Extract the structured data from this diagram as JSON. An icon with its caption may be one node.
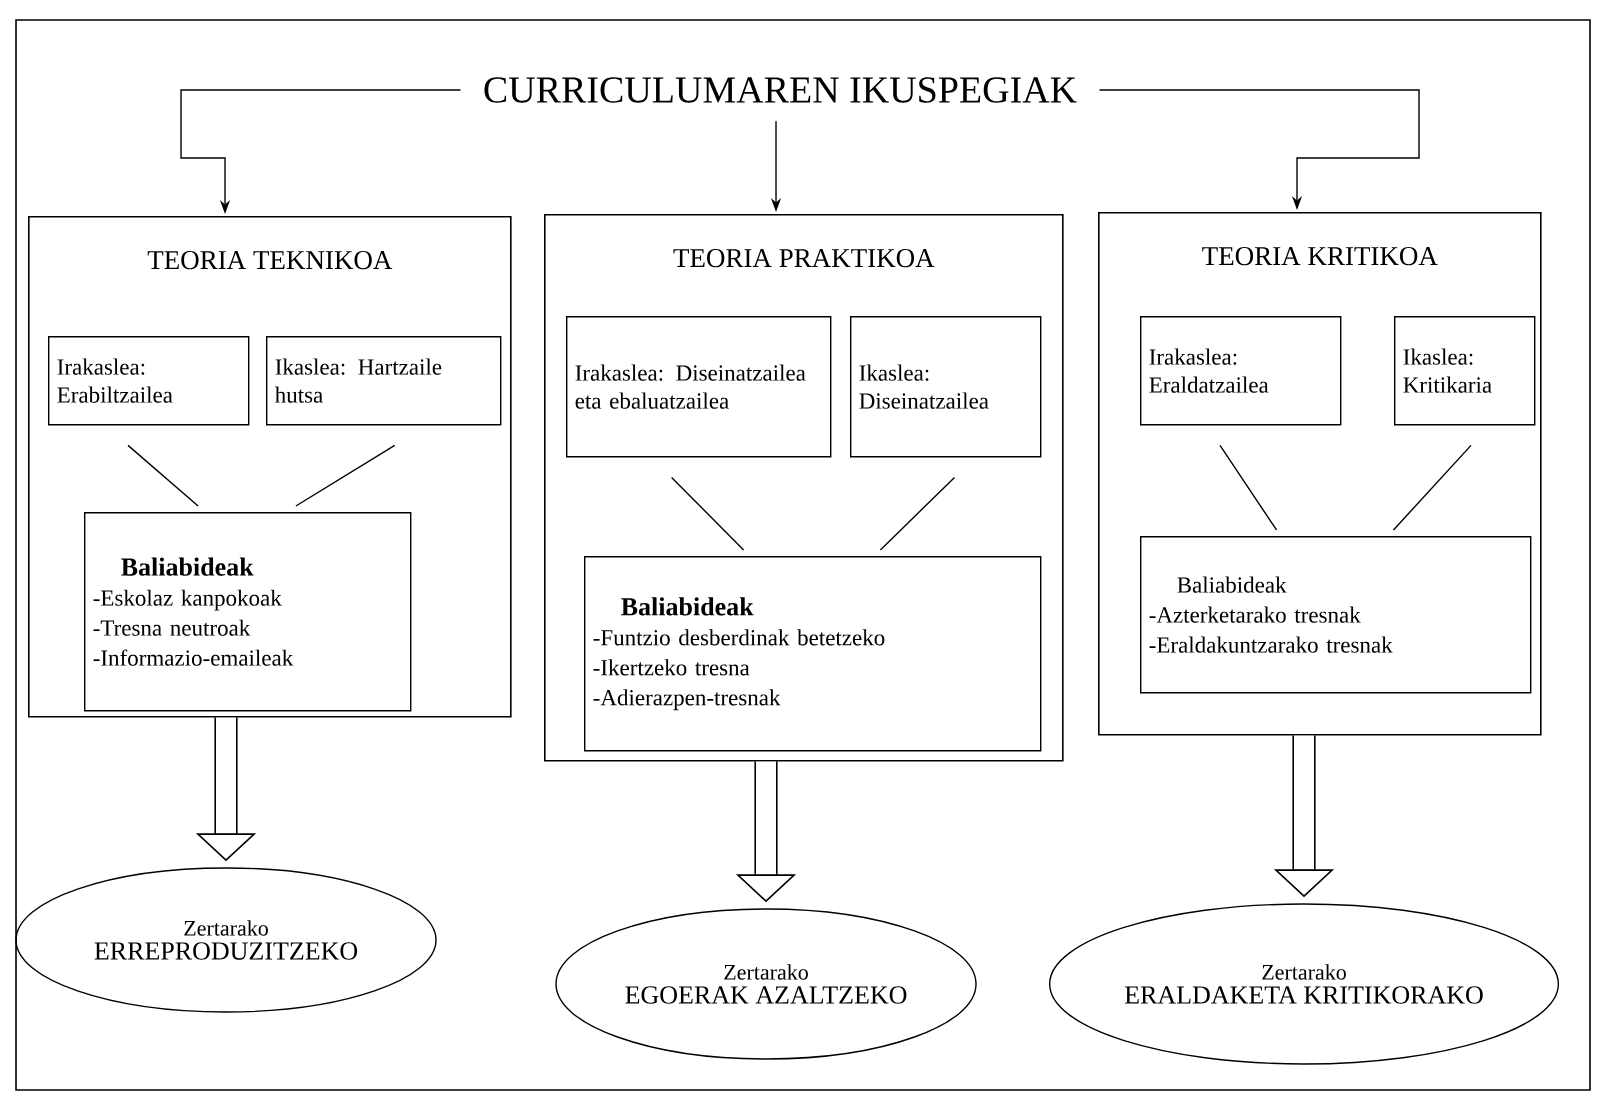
{
  "diagram": {
    "title": "CURRICULUMAREN IKUSPEGIAK",
    "nodes": [
      {
        "text": [
          "TEORIA TEKNIKOA"
        ]
      },
      {
        "text": [
          "Irakaslea: Erabiltzailea"
        ],
        "in": 0
      },
      {
        "text": [
          "Ikaslea: Hartzaile hutsa"
        ],
        "in": 0
      },
      {
        "text": [
          "Baliabideak",
          "-Eskolaz kanpokoak",
          "-Tresna neutroak",
          "-Informazio-emaileak"
        ],
        "in": 0
      },
      {
        "text": [
          "TEORIA PRAKTIKOA"
        ]
      },
      {
        "text": [
          "Irakaslea: Diseinatzailea eta ebaluatzailea"
        ],
        "in": 4
      },
      {
        "text": [
          "Ikaslea: Diseinatzailea"
        ],
        "in": 4
      },
      {
        "text": [
          "Baliabideak",
          "-Funtzio desberdinak betetzeko",
          "-Ikertzeko tresna",
          "-Adierazpen-tresnak"
        ],
        "in": 4
      },
      {
        "text": [
          "TEORIA KRITIKOA"
        ]
      },
      {
        "text": [
          "Irakaslea: Eraldatzailea"
        ],
        "in": 8
      },
      {
        "text": [
          "Ikaslea: Kritikaria"
        ],
        "in": 8
      },
      {
        "text": [
          "Baliabideak",
          "-Azterketarako tresnak",
          "-Eraldakuntzarako tresnak"
        ],
        "in": 8
      },
      {
        "text": [
          "Zertarako",
          "ERREPRODUZITZEKO"
        ]
      },
      {
        "text": [
          "Zertarako",
          "EGOERAK AZALTZEKO"
        ]
      },
      {
        "text": [
          "Zertarako",
          "ERALDAKETA KRITIKORAKO"
        ]
      }
    ],
    "edges": [
      {
        "from": null,
        "to": 0,
        "arrow": "to"
      },
      {
        "from": null,
        "to": 4,
        "arrow": "to"
      },
      {
        "from": null,
        "to": 8,
        "arrow": "to"
      },
      {
        "from": 1,
        "to": 3,
        "arrow": "none"
      },
      {
        "from": 2,
        "to": 3,
        "arrow": "none"
      },
      {
        "from": 5,
        "to": 7,
        "arrow": "none"
      },
      {
        "from": 6,
        "to": 7,
        "arrow": "none"
      },
      {
        "from": 9,
        "to": 11,
        "arrow": "none"
      },
      {
        "from": 10,
        "to": 11,
        "arrow": "none"
      },
      {
        "from": 0,
        "to": 12,
        "arrow": "to",
        "style": "thick"
      },
      {
        "from": 4,
        "to": 13,
        "arrow": "to",
        "style": "thick"
      },
      {
        "from": 8,
        "to": 14,
        "arrow": "to",
        "style": "thick"
      }
    ]
  }
}
